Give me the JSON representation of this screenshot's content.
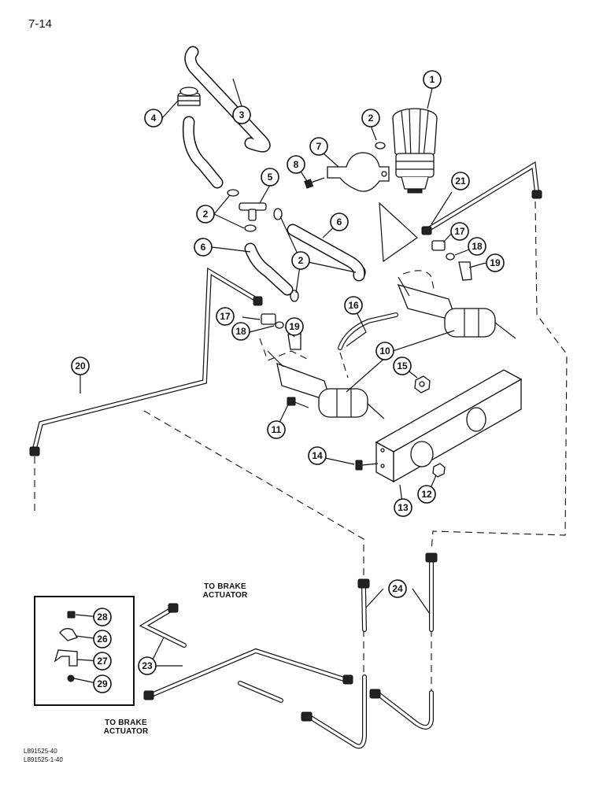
{
  "page_number": "7-14",
  "labels": {
    "to_brake_actuator_upper": "TO BRAKE\nACTUATOR",
    "to_brake_actuator_lower": "TO BRAKE\nACTUATOR"
  },
  "reference_codes": [
    "L891525-40",
    "L891525-1-40"
  ],
  "callouts": [
    "1",
    "2",
    "3",
    "4",
    "5",
    "6",
    "7",
    "8",
    "10",
    "11",
    "12",
    "13",
    "14",
    "15",
    "16",
    "17",
    "18",
    "19",
    "20",
    "21",
    "23",
    "24",
    "26",
    "27",
    "28",
    "29"
  ]
}
